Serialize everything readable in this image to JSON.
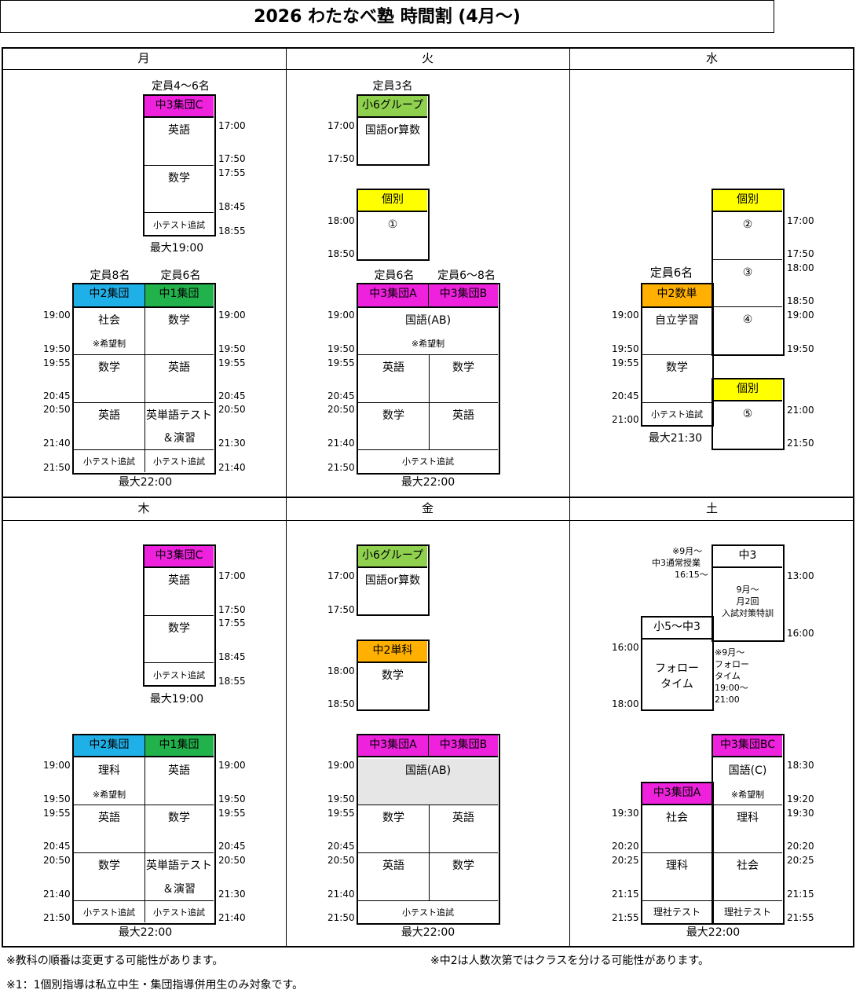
{
  "title": "2026 わたなべ塾 時間割 (4月〜)",
  "days": [
    "月",
    "火",
    "水",
    "木",
    "金",
    "土"
  ],
  "common": {
    "kokugo_or_sansu": "国語or算数",
    "kobetsu": "個別",
    "shotest": "小テスト追試",
    "kibo": "※希望制",
    "eigo": "英語",
    "sugaku": "数学",
    "shakai": "社会",
    "rika": "理科",
    "tangotest": "英単語テスト",
    "enshu": "＆演習",
    "kokugo_ab": "国語(AB)",
    "max1900": "最大19:00",
    "max2200": "最大22:00",
    "max2130": "最大21:30"
  },
  "mon": {
    "cap_c": "定員4〜6名",
    "cap_8": "定員8名",
    "cap_6": "定員6名",
    "g_c": "中3集団C",
    "g_2": "中2集団",
    "g_1": "中1集団",
    "times_left": [
      "19:00",
      "19:50",
      "19:55",
      "20:45",
      "20:50",
      "21:40",
      "21:50"
    ],
    "times_right_top": [
      "17:00",
      "17:50",
      "17:55",
      "18:45",
      "18:55"
    ],
    "times_right": [
      "19:00",
      "19:50",
      "19:55",
      "20:45",
      "20:50",
      "21:30",
      "21:40"
    ]
  },
  "tue": {
    "cap_3": "定員3名",
    "g_6": "小6グループ",
    "times_top": [
      "17:00",
      "17:50"
    ],
    "kobetsu_no": "①",
    "times_kobetsu": [
      "18:00",
      "18:50"
    ],
    "cap_6": "定員6名",
    "cap_68": "定員6〜8名",
    "g_a": "中3集団A",
    "g_b": "中3集団B",
    "times": [
      "19:00",
      "19:50",
      "19:55",
      "20:45",
      "20:50",
      "21:40",
      "21:50"
    ]
  },
  "wed": {
    "cap_6": "定員6名",
    "g_2s": "中2数単",
    "jiritsu": "自立学習",
    "times_left": [
      "19:00",
      "19:50",
      "19:55",
      "20:45",
      "21:00"
    ],
    "k2": "②",
    "k3": "③",
    "k4": "④",
    "k5": "⑤",
    "times_right": [
      "17:00",
      "17:50",
      "18:00",
      "18:50",
      "19:00",
      "19:50",
      "21:00",
      "21:50"
    ]
  },
  "thu": {
    "g_c": "中3集団C",
    "g_2": "中2集団",
    "g_1": "中1集団",
    "times_right_top": [
      "17:00",
      "17:50",
      "17:55",
      "18:45",
      "18:55"
    ],
    "times_left": [
      "19:00",
      "19:50",
      "19:55",
      "20:45",
      "20:50",
      "21:40",
      "21:50"
    ],
    "times_right": [
      "19:00",
      "19:50",
      "19:55",
      "20:45",
      "20:50",
      "21:30",
      "21:40"
    ]
  },
  "fri": {
    "g_6": "小6グループ",
    "times_top": [
      "17:00",
      "17:50"
    ],
    "g_2t": "中2単科",
    "times_mid": [
      "18:00",
      "18:50"
    ],
    "g_a": "中3集団A",
    "g_b": "中3集団B",
    "times": [
      "19:00",
      "19:50",
      "19:55",
      "20:45",
      "20:50",
      "21:40",
      "21:50"
    ]
  },
  "sat": {
    "note1_l1": "※9月〜",
    "note1_l2": "中3通常授業",
    "note1_l3": "16:15〜",
    "g_3": "中3",
    "sp_l1": "9月〜",
    "sp_l2": "月2回",
    "sp_l3": "入試対策特訓",
    "times_r1": [
      "13:00",
      "16:00"
    ],
    "g_follow": "小5〜中3",
    "follow_l1": "フォロー",
    "follow_l2": "タイム",
    "times_follow": [
      "16:00",
      "18:00"
    ],
    "note2": [
      "※9月〜",
      "フォロー",
      "タイム",
      "19:00〜",
      "21:00"
    ],
    "g_bc": "中3集団BC",
    "kokugo_c": "国語(C)",
    "g_a": "中3集団A",
    "test": "理社テスト",
    "times_left": [
      "19:30",
      "20:20",
      "20:25",
      "21:15",
      "21:55"
    ],
    "times_right": [
      "18:30",
      "19:20",
      "19:30",
      "20:20",
      "20:25",
      "21:15",
      "21:55"
    ]
  },
  "footer": {
    "note1": "※教科の順番は変更する可能性があります。",
    "note2": "※中2は人数次第ではクラスを分ける可能性があります。",
    "note3": "※1：1個別指導は私立中生・集団指導併用生のみ対象です。"
  }
}
